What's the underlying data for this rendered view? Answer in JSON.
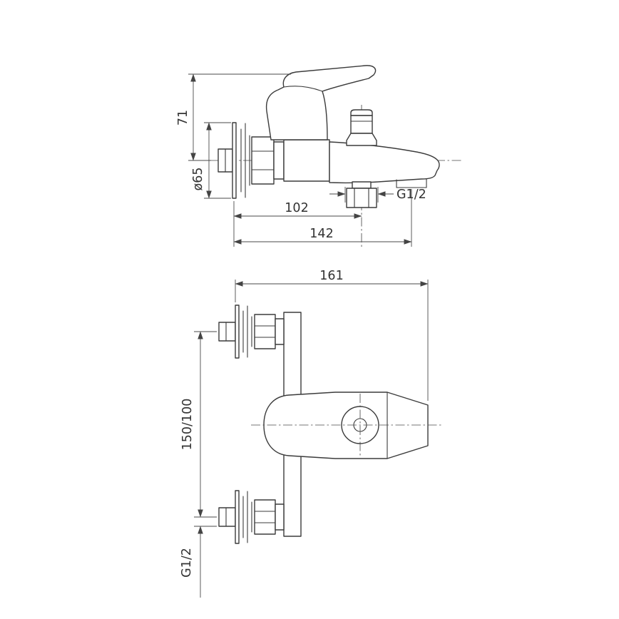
{
  "drawing": {
    "subject": "Wall-mounted bath mixer faucet technical drawing, two orthographic views",
    "background": "#ffffff",
    "line_color": "#3b3b3b",
    "dimension_color": "#4a4a4a"
  },
  "side_view": {
    "labels": {
      "height": "71",
      "flange_diameter": "ø65",
      "wall_to_shower_outlet": "102",
      "wall_to_spout_outlet": "142",
      "shower_thread": "G1/2"
    }
  },
  "plan_view": {
    "labels": {
      "total_length": "161",
      "connection_spacing": "150/100",
      "connection_thread": "G1/2"
    }
  }
}
